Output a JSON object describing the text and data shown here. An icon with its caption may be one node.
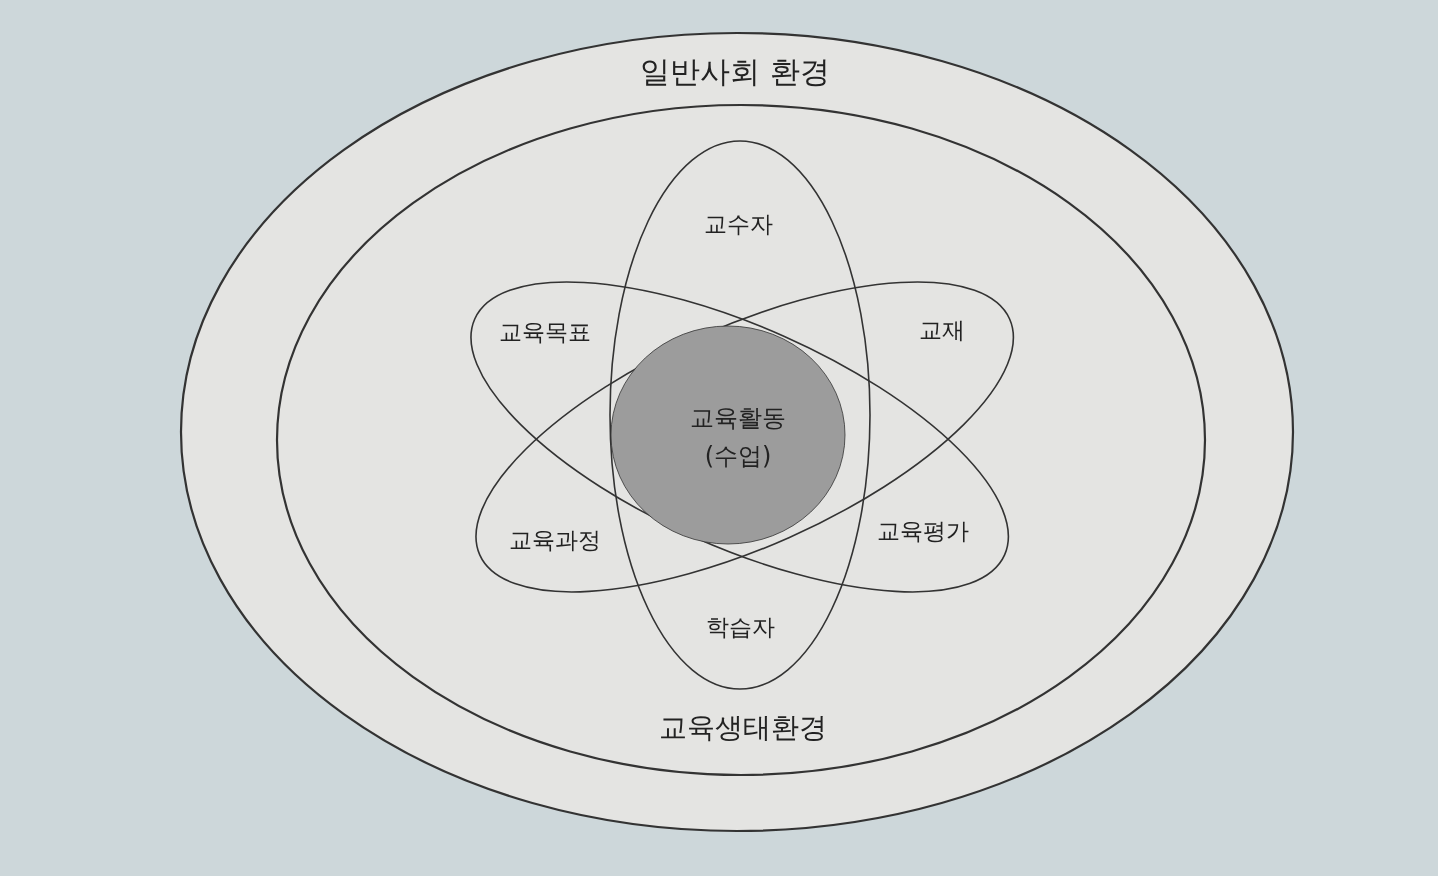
{
  "diagram": {
    "nodes": [
      {
        "text": [
          "일반사회 환경"
        ]
      },
      {
        "text": [
          "교육생태환경"
        ],
        "in": 0
      },
      {
        "text": [
          "교수자",
          "학습자"
        ],
        "in": 1
      },
      {
        "text": [
          "교육목표",
          "교육평가"
        ],
        "in": 1
      },
      {
        "text": [
          "교재",
          "교육과정"
        ],
        "in": 1
      },
      {
        "text": [
          "교육활동 (수업)"
        ]
      }
    ],
    "edges": []
  }
}
